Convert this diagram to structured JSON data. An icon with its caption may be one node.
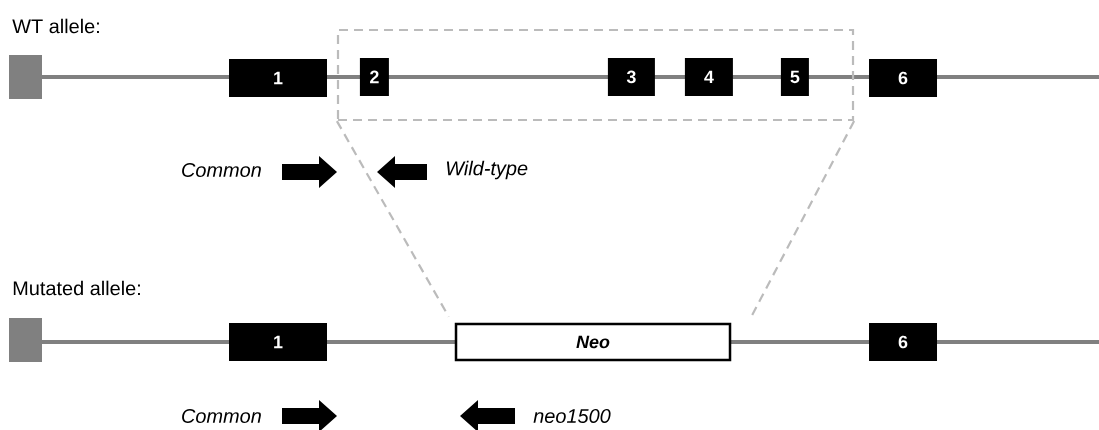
{
  "diagram": {
    "nodes": [
      {
        "text": [],
        "shape": "box"
      },
      {
        "text": [
          "1"
        ]
      },
      {
        "text": [],
        "shape": "box"
      },
      {
        "text": [
          "2"
        ],
        "in": 2
      },
      {
        "text": [
          "3"
        ],
        "in": 2
      },
      {
        "text": [
          "4"
        ],
        "in": 2
      },
      {
        "text": [
          "5"
        ],
        "in": 2
      },
      {
        "text": [
          "6"
        ]
      },
      {
        "text": [],
        "shape": "box"
      },
      {
        "text": [
          "1"
        ]
      },
      {
        "text": [
          "Neo"
        ]
      },
      {
        "text": [
          "6"
        ]
      }
    ],
    "edges": [
      {
        "from": 2,
        "to": 10,
        "arrow": "none",
        "style": "dashed"
      },
      {
        "from": 2,
        "to": 10,
        "arrow": "none",
        "style": "dashed"
      }
    ],
    "labels": [
      "WT allele:",
      "Common",
      "Wild-type",
      "Mutated allele:",
      "Common",
      "neo1500"
    ]
  }
}
